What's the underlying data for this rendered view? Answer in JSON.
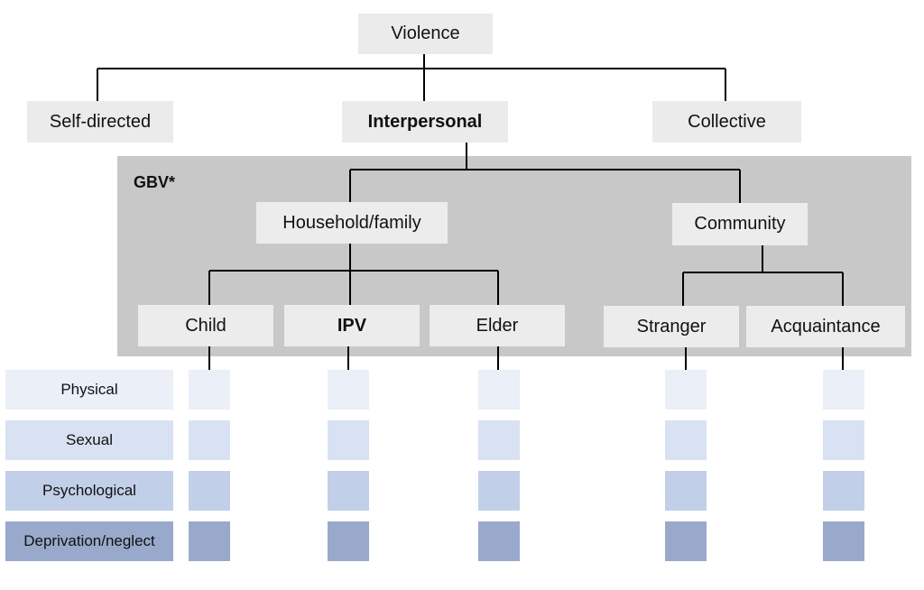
{
  "root": "Violence",
  "level1": {
    "self_directed": "Self-directed",
    "interpersonal": "Interpersonal",
    "collective": "Collective"
  },
  "gbv_label": "GBV*",
  "level2": {
    "household": "Household/family",
    "community": "Community"
  },
  "level3": {
    "child": "Child",
    "ipv": "IPV",
    "elder": "Elder",
    "stranger": "Stranger",
    "acquaintance": "Acquaintance"
  },
  "violence_types": [
    {
      "label": "Physical",
      "color": "#eaeff8"
    },
    {
      "label": "Sexual",
      "color": "#d9e2f2"
    },
    {
      "label": "Psychological",
      "color": "#c2cfe8"
    },
    {
      "label": "Deprivation/neglect",
      "color": "#99a9cb"
    }
  ],
  "colors": {
    "gbv_panel": "#c8c8c8",
    "node": "#ebebeb",
    "line": "#000000"
  }
}
